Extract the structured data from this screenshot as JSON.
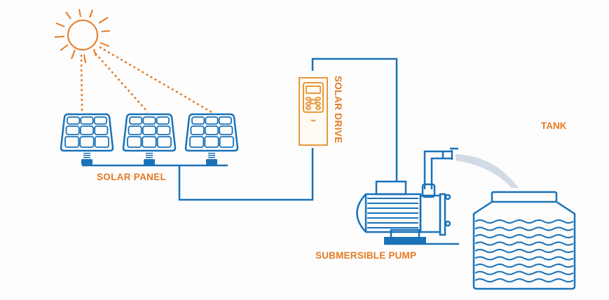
{
  "diagram": {
    "title": "Solar water pumping system",
    "colors": {
      "line_blue": "#1a72b8",
      "label_orange": "#e47a22",
      "sun_orange": "#e47a22",
      "water_spray": "#c9d3e0"
    },
    "labels": {
      "solar_panel": "SOLAR PANEL",
      "solar_drive": "SOLAR DRIVE",
      "submersible_pump": "SUBMERSIBLE PUMP",
      "tank": "TANK"
    },
    "components": [
      {
        "id": "sun",
        "icon": "sun-icon"
      },
      {
        "id": "solar-panels",
        "icon": "solar-panel-icon",
        "count": 3
      },
      {
        "id": "solar-drive",
        "icon": "inverter-drive-icon"
      },
      {
        "id": "pump",
        "icon": "pump-icon"
      },
      {
        "id": "tank",
        "icon": "water-tank-icon"
      }
    ],
    "connections": [
      {
        "from": "sun",
        "to": "solar-panels",
        "style": "dashed"
      },
      {
        "from": "solar-panels",
        "to": "solar-drive",
        "style": "solid"
      },
      {
        "from": "solar-drive",
        "to": "pump",
        "style": "solid"
      },
      {
        "from": "pump",
        "to": "tank",
        "style": "water-flow"
      }
    ]
  }
}
